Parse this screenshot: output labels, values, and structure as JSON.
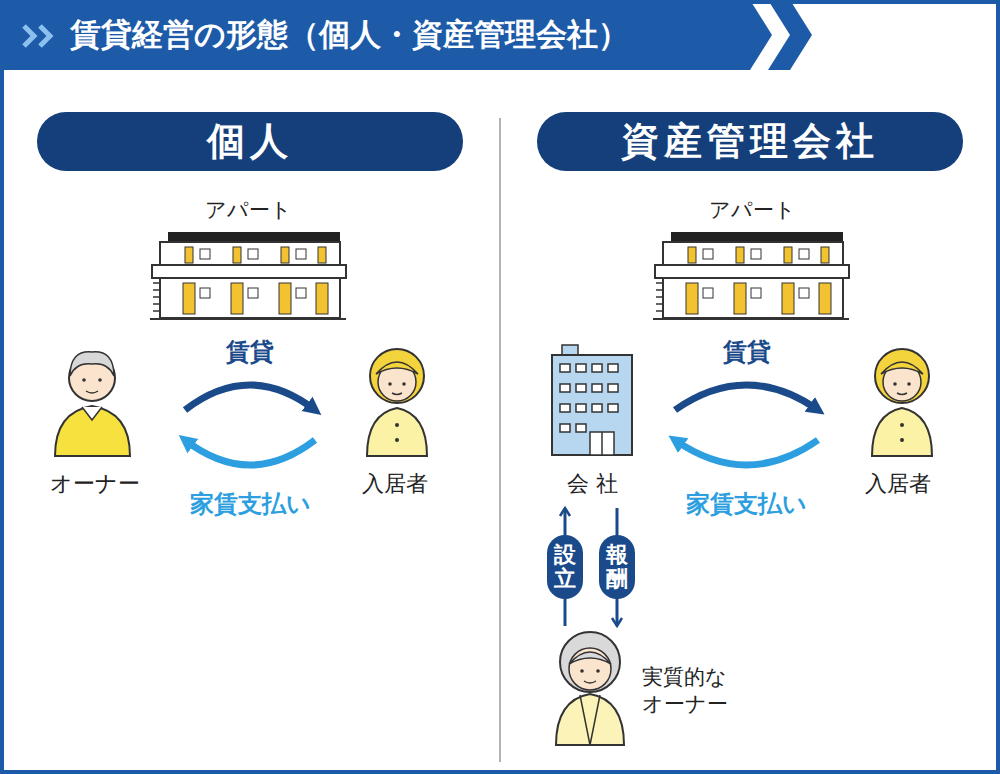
{
  "diagram": {
    "title": "賃貸経営の形態（個人・資産管理会社）",
    "nodes": [
      {
        "text": [
          "個人"
        ]
      },
      {
        "text": [
          "資産管理会社"
        ]
      },
      {
        "text": [
          "オーナー"
        ]
      },
      {
        "text": [
          "入居者"
        ]
      },
      {
        "text": [
          "会 社"
        ]
      },
      {
        "text": [
          "入居者"
        ]
      },
      {
        "text": [
          "実質的な オーナー"
        ]
      }
    ],
    "edges": [
      {
        "from": 2,
        "to": 3,
        "label": "賃貸",
        "arrow": "to"
      },
      {
        "from": 3,
        "to": 2,
        "label": "家賃支払い",
        "arrow": "to"
      },
      {
        "from": 4,
        "to": 5,
        "label": "賃貸",
        "arrow": "to"
      },
      {
        "from": 5,
        "to": 4,
        "label": "家賃支払い",
        "arrow": "to"
      },
      {
        "from": 6,
        "to": 4,
        "label": "設立",
        "arrow": "to"
      },
      {
        "from": 4,
        "to": 6,
        "label": "報酬",
        "arrow": "to"
      }
    ],
    "labels": [
      "アパート",
      "アパート"
    ]
  }
}
